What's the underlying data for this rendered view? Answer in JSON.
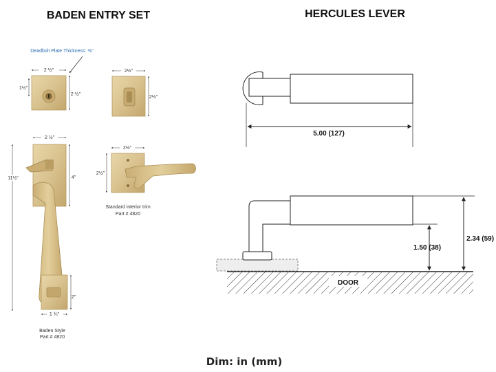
{
  "left": {
    "title": "BADEN ENTRY SET",
    "deadbolt_note": "Deadbolt Plate Thickness: ⅜\"",
    "deadbolt_width": "2 ½\"",
    "deadbolt_cyl_height": "1½\"",
    "deadbolt_height": "2 ½\"",
    "thumbturn_width": "2½\"",
    "thumbturn_height": "2½\"",
    "handle_top_width": "2 ½\"",
    "handle_overall_height": "11½\"",
    "handle_plate_height": "4\"",
    "handle_bottom_height": "2\"",
    "handle_bottom_width": "1 ¾\"",
    "trim_width": "2½\"",
    "trim_height": "2½\"",
    "trim_caption_1": "Standard interior trim",
    "trim_caption_2": "Part # 4820",
    "style_caption_1": "Baden Style",
    "style_caption_2": "Part # 4820"
  },
  "right": {
    "title": "HERCULES LEVER",
    "length_dim": "5.00 (127)",
    "proj_low_dim": "1.50 (38)",
    "proj_high_dim": "2.34 (59)",
    "door_label": "DOOR"
  },
  "footer": "Dim: in (mm)",
  "colors": {
    "brass": "#d9c28f",
    "brass_dark": "#b59a5e",
    "line": "#222222"
  }
}
